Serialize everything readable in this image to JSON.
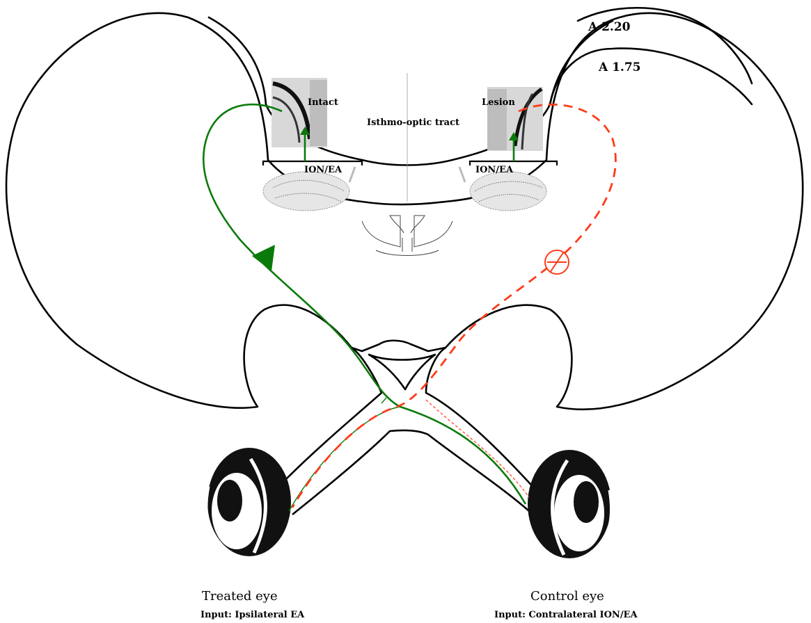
{
  "labels": {
    "level_a": "A 2.20",
    "level_b": "A 1.75",
    "intact": "Intact",
    "lesion": "Lesion",
    "tract": "Isthmo-optic tract",
    "ion_left": "ION/EA",
    "ion_right": "ION/EA",
    "treated_eye": "Treated eye",
    "treated_input": "Input: Ipsilateral EA",
    "control_eye": "Control eye",
    "control_input": "Input: Contralateral ION/EA"
  },
  "colors": {
    "intact_pathway": "#0a7a0a",
    "lesioned_pathway": "#ff3b1a",
    "outline": "#000000"
  },
  "icons": {
    "blocked": "blocked-circle-icon",
    "arrow": "arrowhead-icon"
  }
}
